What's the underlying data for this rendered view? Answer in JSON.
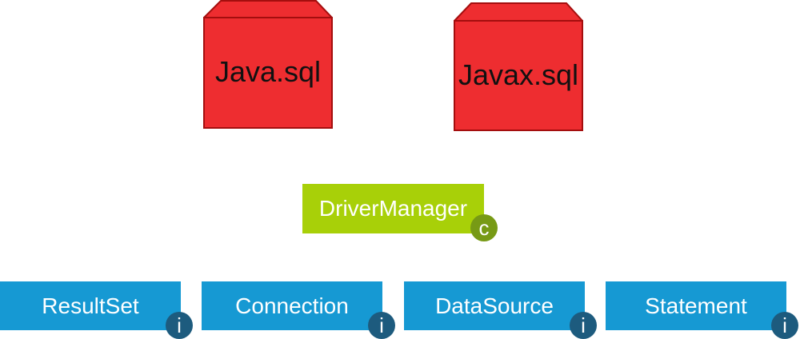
{
  "colors": {
    "package_fill": "#ee2d30",
    "package_stroke": "#a40e0e",
    "class_fill": "#a8d008",
    "class_badge": "#779a15",
    "interface_fill": "#1699d3",
    "interface_badge": "#1d5b7e"
  },
  "packages": [
    {
      "label": "Java.sql"
    },
    {
      "label": "Javax.sql"
    }
  ],
  "class_node": {
    "label": "DriverManager",
    "badge": "c"
  },
  "interfaces": [
    {
      "label": "ResultSet",
      "badge": "i"
    },
    {
      "label": "Connection",
      "badge": "i"
    },
    {
      "label": "DataSource",
      "badge": "i"
    },
    {
      "label": "Statement",
      "badge": "i"
    }
  ]
}
